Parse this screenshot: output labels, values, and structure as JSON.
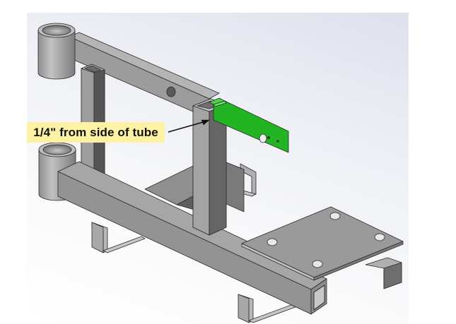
{
  "diagram": {
    "type": "cad-assembly-render",
    "description": "Isometric 3D render of a welded steel tube frame with two pivot sleeves, vertical square posts, U-shaped saddle brackets, a bolt plate with four holes, and a green highlighted flat bar tab welded to the top of a post",
    "colors": {
      "steel": "#9a9a9a",
      "steel_light": "#b4b4b4",
      "steel_dark": "#6e6e6e",
      "highlight_part": "#22b422",
      "callout_background": "#fdf1a4",
      "callout_text": "#111111",
      "viewport_top": "#dde1ec",
      "viewport_bottom": "#ffffff"
    }
  },
  "callout": {
    "text": "1/4\" from side of tube",
    "points_to": "highlighted-tab"
  },
  "parts": [
    {
      "name": "upper-pivot-sleeve"
    },
    {
      "name": "lower-pivot-sleeve"
    },
    {
      "name": "top-rail"
    },
    {
      "name": "bottom-rail"
    },
    {
      "name": "rear-post"
    },
    {
      "name": "front-post"
    },
    {
      "name": "cross-member"
    },
    {
      "name": "saddle-bracket-left"
    },
    {
      "name": "saddle-bracket-rear"
    },
    {
      "name": "saddle-bracket-right"
    },
    {
      "name": "saddle-bracket-front"
    },
    {
      "name": "bolt-plate",
      "holes": 4
    },
    {
      "name": "highlighted-tab",
      "holes": 3
    }
  ]
}
